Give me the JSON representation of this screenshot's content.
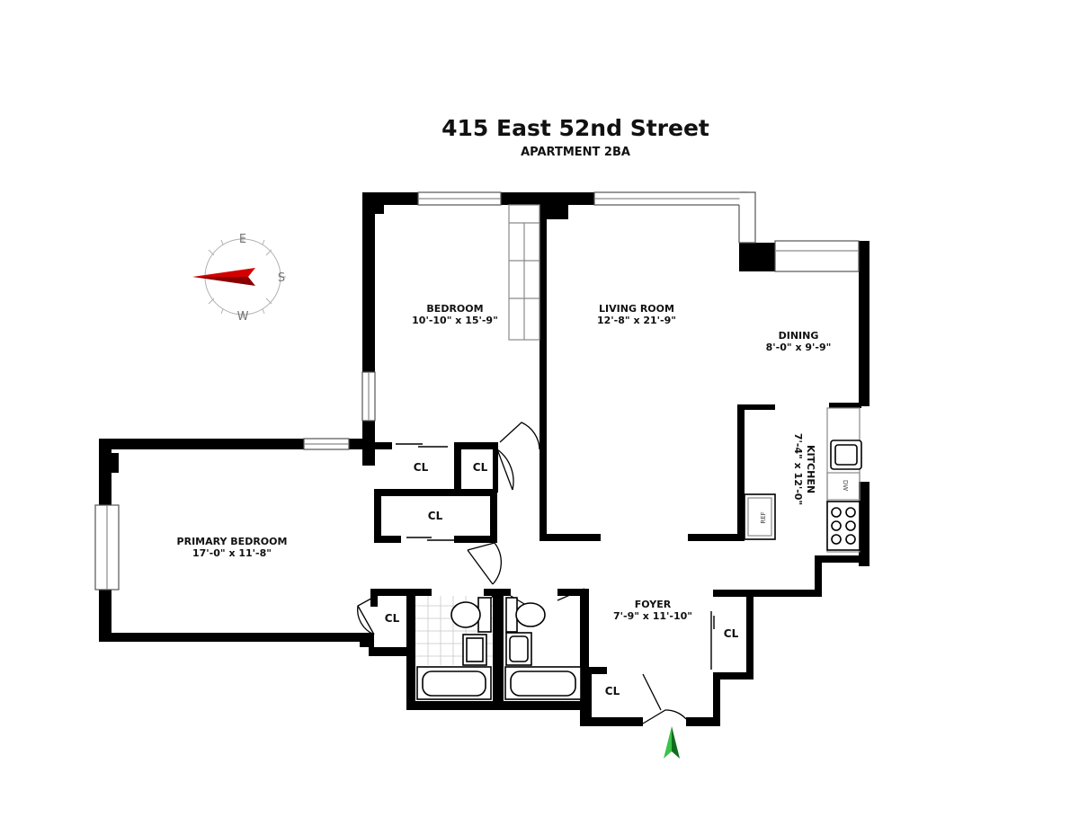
{
  "title": {
    "address": "415 East 52nd Street",
    "apartment": "APARTMENT 2BA"
  },
  "compass": {
    "labels": {
      "top": "E",
      "right": "S",
      "bottom": "W"
    },
    "pointer_color": "#d40000"
  },
  "entry_arrow_color": "#1a9a2a",
  "rooms": {
    "bedroom": {
      "name": "BEDROOM",
      "dims": "10'-10\" x 15'-9\""
    },
    "living": {
      "name": "LIVING ROOM",
      "dims": "12'-8\" x 21'-9\""
    },
    "dining": {
      "name": "DINING",
      "dims": "8'-0\" x 9'-9\""
    },
    "kitchen": {
      "name": "KITCHEN",
      "dims": "7'-4\" x 12'-0\""
    },
    "primary": {
      "name": "PRIMARY BEDROOM",
      "dims": "17'-0\" x 11'-8\""
    },
    "foyer": {
      "name": "FOYER",
      "dims": "7'-9\" x 11'-10\""
    }
  },
  "closets": {
    "cl1": "CL",
    "cl2": "CL",
    "cl3": "CL",
    "cl4": "CL",
    "cl5": "CL",
    "cl6": "CL"
  },
  "appliances": {
    "dishwasher": "DW",
    "refrigerator": "REF"
  }
}
